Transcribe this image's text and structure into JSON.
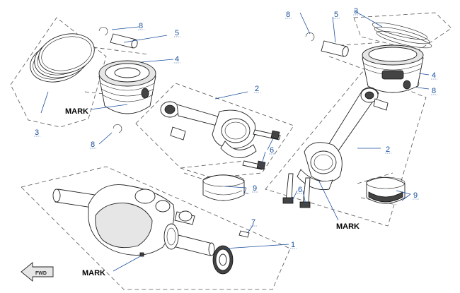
{
  "callouts": {
    "c1": "1",
    "c2_left": "2",
    "c2_right": "2",
    "c3_left": "3",
    "c3_right": "3",
    "c4_left": "4",
    "c4_right": "4",
    "c5_left": "5",
    "c5_right": "5",
    "c6_left": "6",
    "c6_right": "6",
    "c7": "7",
    "c8_top_left": "8",
    "c8_bottom_left": "8",
    "c8_top_right": "8",
    "c8_right": "8",
    "c9_left": "9",
    "c9_right": "9"
  },
  "marks": {
    "piston_mark": "MARK",
    "rod_mark": "MARK",
    "crank_mark": "MARK"
  },
  "fwd_label": "FWD",
  "colors": {
    "callout_blue": "#1a4f9c",
    "line_dark": "#222222",
    "dashed_box": "#555555"
  }
}
